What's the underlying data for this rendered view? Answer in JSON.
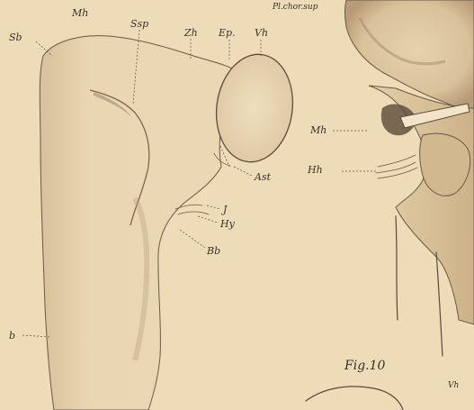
{
  "figure": {
    "caption": "Fig.10",
    "labels": {
      "mh_top": "Mh",
      "ssp": "Ssp",
      "zh": "Zh",
      "ep": "Ep.",
      "vh_top": "Vh",
      "pl_chor_sup": "Pl.chor.sup",
      "sb": "Sb",
      "mh_right": "Mh",
      "hh": "Hh",
      "ast": "Ast",
      "j": "J",
      "hy": "Hy",
      "bb": "Bb",
      "b_left": "b",
      "vh_bottom": "Vh"
    }
  }
}
